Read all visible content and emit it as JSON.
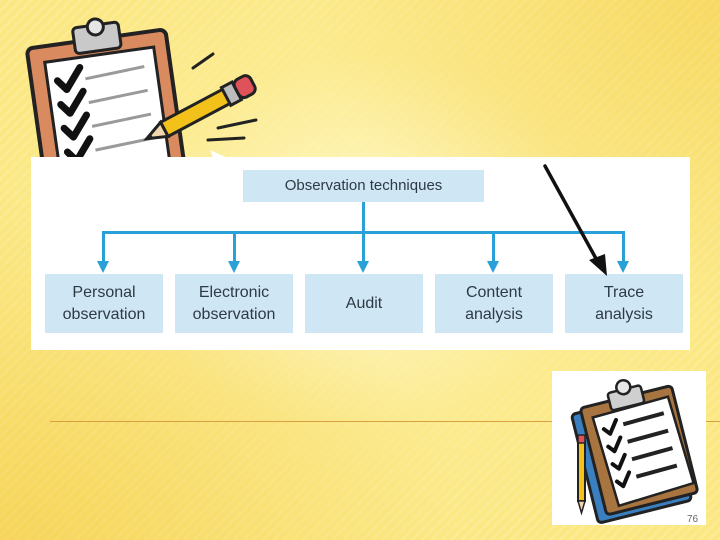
{
  "diagram": {
    "root": "Observation techniques",
    "children": [
      "Personal\nobservation",
      "Electronic\nobservation",
      "Audit",
      "Content\nanalysis",
      "Trace\nanalysis"
    ]
  },
  "slide": {
    "page_number": "76"
  },
  "colors": {
    "box_fill": "#cfe6f5",
    "connector": "#2aa0d8",
    "background": "#fbe882"
  },
  "icons": {
    "large_clipart": "clipboard-checklist-pencil-icon",
    "small_clipart": "clipboard-checklist-icon"
  }
}
